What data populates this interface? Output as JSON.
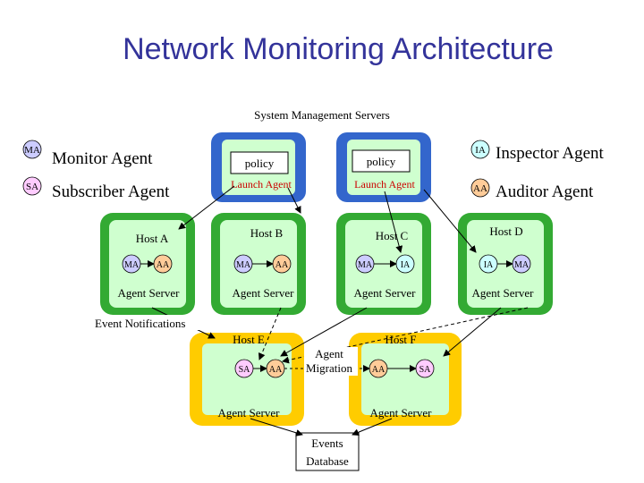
{
  "title": "Network Monitoring Architecture",
  "servers_label": "System Management Servers",
  "legend": {
    "ma": {
      "abbr": "MA",
      "label": "Monitor Agent",
      "color": "#ccccff"
    },
    "sa": {
      "abbr": "SA",
      "label": "Subscriber Agent",
      "color": "#ffccff"
    },
    "ia": {
      "abbr": "IA",
      "label": "Inspector Agent",
      "color": "#ccffff"
    },
    "aa": {
      "abbr": "AA",
      "label": "Auditor Agent",
      "color": "#ffcc99"
    }
  },
  "servers": [
    {
      "policy": "policy",
      "launch": "Launch Agent"
    },
    {
      "policy": "policy",
      "launch": "Launch Agent"
    }
  ],
  "hosts": {
    "a": {
      "name": "Host A",
      "agents": [
        "MA",
        "AA"
      ],
      "server": "Agent Server"
    },
    "b": {
      "name": "Host B",
      "agents": [
        "MA",
        "AA"
      ],
      "server": "Agent Server"
    },
    "c": {
      "name": "Host C",
      "agents": [
        "MA",
        "IA"
      ],
      "server": "Agent Server"
    },
    "d": {
      "name": "Host D",
      "agents": [
        "IA",
        "MA"
      ],
      "server": "Agent Server"
    },
    "e": {
      "name": "Host E",
      "agents": [
        "SA",
        "AA"
      ],
      "server": "Agent Server"
    },
    "f": {
      "name": "Host F",
      "agents": [
        "AA",
        "SA"
      ],
      "server": "Agent Server"
    }
  },
  "event_notifications": "Event Notifications",
  "agent_migration": [
    "Agent",
    "Migration"
  ],
  "database": [
    "Events",
    "Database"
  ],
  "colors": {
    "title": "#33339a",
    "server_frame": "#3366cc",
    "host_frame": "#33aa33",
    "host_fill": "#cfffcf",
    "mobile_frame": "#ffcc00",
    "launch_text": "#cc0000"
  }
}
